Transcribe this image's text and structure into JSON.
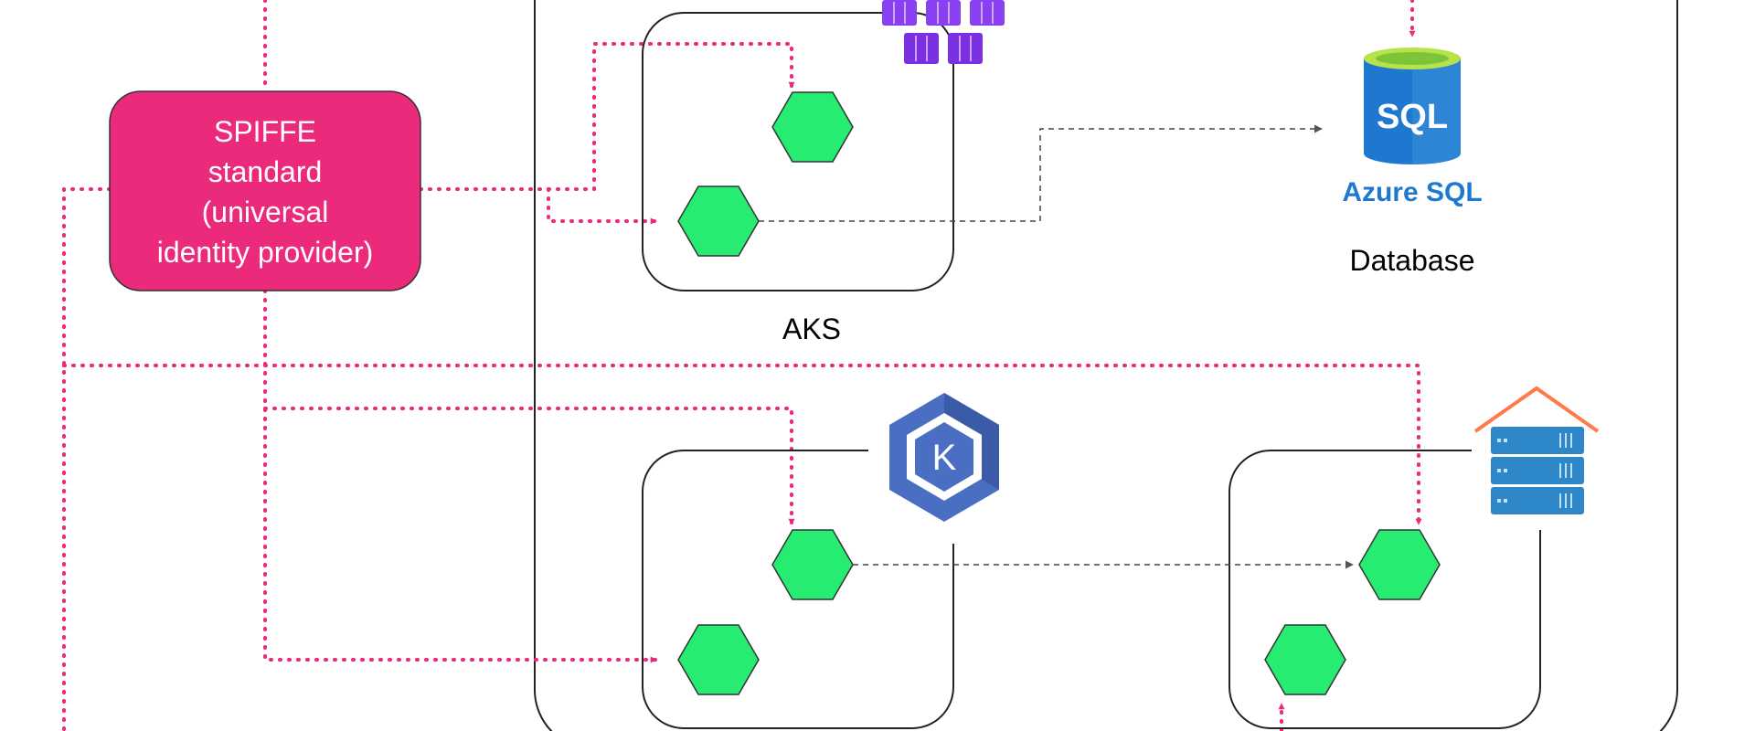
{
  "spiffe": {
    "lines": [
      "SPIFFE",
      "standard",
      "(universal",
      "identity provider)"
    ]
  },
  "labels": {
    "aks": "AKS",
    "database": "Database"
  },
  "azure_sql": {
    "badge": "SQL",
    "wordmark": "Azure SQL"
  },
  "eks_logo_letter": "K",
  "colors": {
    "spiffe_box": "#ec2a7c",
    "dotted_line": "#ec2a7c",
    "workload_hexagon": "#26ed72",
    "azure_blue": "#1f78cf",
    "eks_blue": "#4a6fc2",
    "aks_purple": "#8a3ff0",
    "server_blue": "#2d87c8",
    "roof_orange": "#ff7a4a"
  }
}
